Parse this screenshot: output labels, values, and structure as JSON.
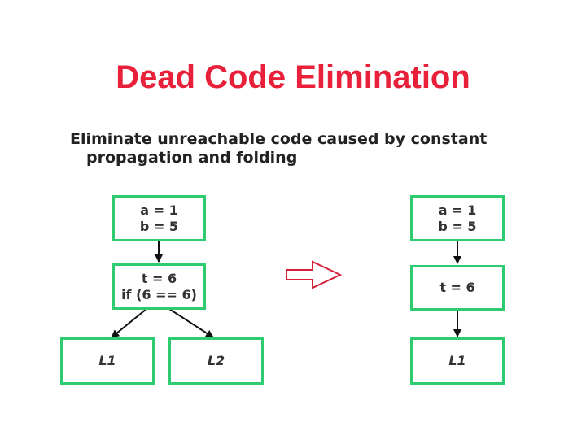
{
  "title": "Dead Code Elimination",
  "subtitle": {
    "line1": "Eliminate unreachable code caused by constant",
    "line2": "propagation and folding"
  },
  "colors": {
    "title": "#e8203a",
    "box_border": "#2ecc71",
    "transform_arrow": "#d6203a",
    "text": "#333333"
  },
  "before": {
    "block1": {
      "line1": "a = 1",
      "line2": "b = 5"
    },
    "block2": {
      "line1": "t = 6",
      "line2": "if (6 == 6)"
    },
    "left_branch": "L1",
    "right_branch": "L2"
  },
  "after": {
    "block1": {
      "line1": "a = 1",
      "line2": "b = 5"
    },
    "block2": {
      "line1": "t = 6"
    },
    "target": "L1"
  },
  "transform_arrow_icon": "right-arrow-outline-icon"
}
